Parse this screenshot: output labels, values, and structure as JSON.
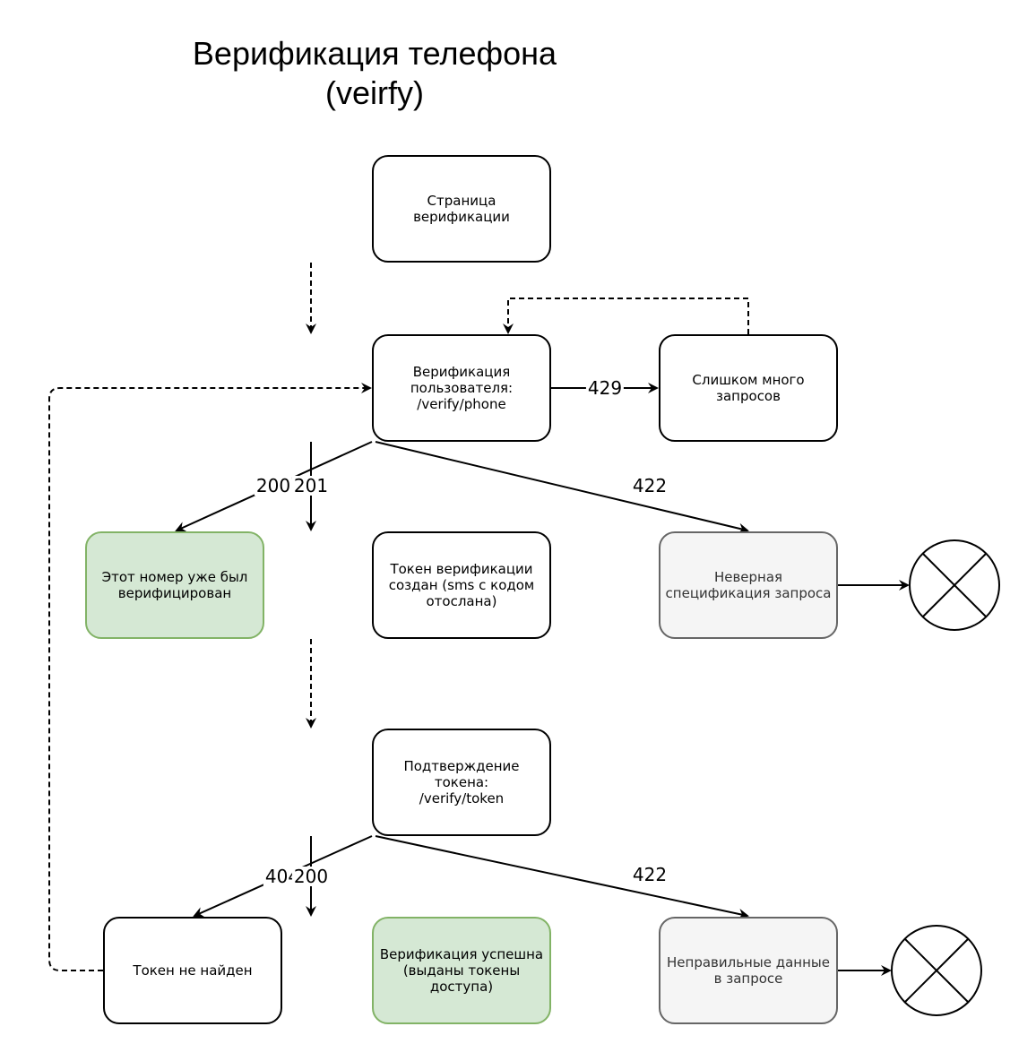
{
  "title": "Верификация телефона\n(veirfy)",
  "nodes": {
    "verify_page": "Страница\nверификации",
    "verify_user": "Верификация\nпользователя:\n/verify/phone",
    "too_many": "Слишком много\nзапросов",
    "already_verified": "Этот номер уже был\nверифицирован",
    "token_created": "Токен верификации\nсоздан (sms с кодом\nотослана)",
    "bad_spec": "Неверная\nспецификация запроса",
    "confirm_token": "Подтверждение\nтокена:\n/verify/token",
    "token_not_found": "Токен не найден",
    "verify_success": "Верификация успешна\n(выданы токены\nдоступа)",
    "bad_data": "Неправильные данные\nв запросе"
  },
  "edges": {
    "e429": "429",
    "e200a": "200",
    "e201": "201",
    "e422a": "422",
    "e404": "404",
    "e200b": "200",
    "e422b": "422"
  },
  "colors": {
    "green_fill": "#d5e8d4",
    "green_stroke": "#82b366",
    "gray_fill": "#f5f5f5",
    "gray_stroke": "#666666"
  },
  "icons": {
    "terminate_1": "terminate-x-circle-icon",
    "terminate_2": "terminate-x-circle-icon"
  }
}
